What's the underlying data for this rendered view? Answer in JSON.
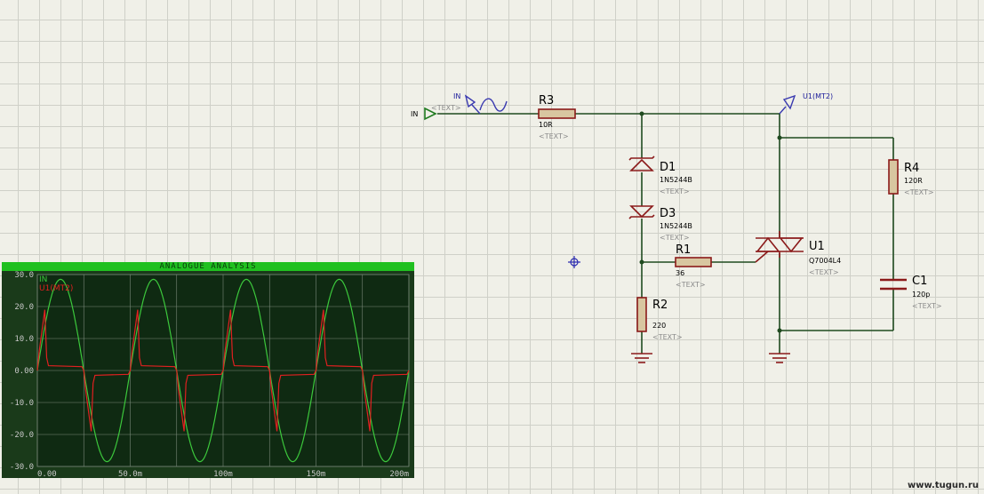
{
  "schematic": {
    "input": {
      "terminal_label": "IN",
      "probe_label": "IN",
      "probe_text": "<TEXT>"
    },
    "r3": {
      "ref": "R3",
      "value": "10R",
      "text": "<TEXT>"
    },
    "d1": {
      "ref": "D1",
      "value": "1N5244B",
      "text": "<TEXT>"
    },
    "d3": {
      "ref": "D3",
      "value": "1N5244B",
      "text": "<TEXT>"
    },
    "r1": {
      "ref": "R1",
      "value": "36",
      "text": "<TEXT>"
    },
    "r2": {
      "ref": "R2",
      "value": "220",
      "text": "<TEXT>"
    },
    "u1": {
      "ref": "U1",
      "value": "Q7004L4",
      "text": "<TEXT>"
    },
    "r4": {
      "ref": "R4",
      "value": "120R",
      "text": "<TEXT>"
    },
    "c1": {
      "ref": "C1",
      "value": "120p",
      "text": "<TEXT>"
    },
    "probe_mt2": {
      "label": "U1(MT2)"
    }
  },
  "graph": {
    "title": "ANALOGUE ANALYSIS",
    "legend": [
      "IN",
      "U1(MT2)"
    ],
    "y_ticks": [
      "30.0",
      "20.0",
      "10.0",
      "0.00",
      "-10.0",
      "-20.0",
      "-30.0"
    ],
    "x_ticks": [
      "0.00",
      "50.0m",
      "100m",
      "150m",
      "200m"
    ],
    "colors": {
      "in": "#3cc83c",
      "mt2": "#e02020",
      "grid": "#7a8a7a"
    }
  },
  "chart_data": {
    "type": "line",
    "title": "ANALOGUE ANALYSIS",
    "xlabel": "",
    "ylabel": "",
    "xlim": [
      0,
      0.2
    ],
    "ylim": [
      -30,
      30
    ],
    "x_ticks": [
      "0.00",
      "50.0m",
      "100m",
      "150m",
      "200m"
    ],
    "y_ticks": [
      "30.0",
      "20.0",
      "10.0",
      "0.00",
      "-10.0",
      "-20.0",
      "-30.0"
    ],
    "grid": true,
    "legend": "top-left",
    "series": [
      {
        "name": "IN",
        "x": [
          0,
          0.005,
          0.01,
          0.015,
          0.02,
          0.025,
          0.03,
          0.035,
          0.04,
          0.045,
          0.05
        ],
        "y": [
          0,
          17.6,
          28.5,
          28.5,
          17.6,
          0,
          -17.6,
          -28.5,
          -28.5,
          -17.6,
          0
        ],
        "note_periods": 4
      },
      {
        "name": "U1(MT2)",
        "x": [
          0,
          0.001,
          0.004,
          0.005,
          0.006,
          0.024,
          0.025,
          0.026,
          0.029,
          0.03,
          0.031,
          0.049,
          0.05
        ],
        "y": [
          0,
          6,
          19,
          4,
          1.5,
          1.2,
          0,
          -6,
          -19,
          -4,
          -1.5,
          -1.2,
          0
        ]
      }
    ]
  },
  "watermark": "www.tugun.ru"
}
